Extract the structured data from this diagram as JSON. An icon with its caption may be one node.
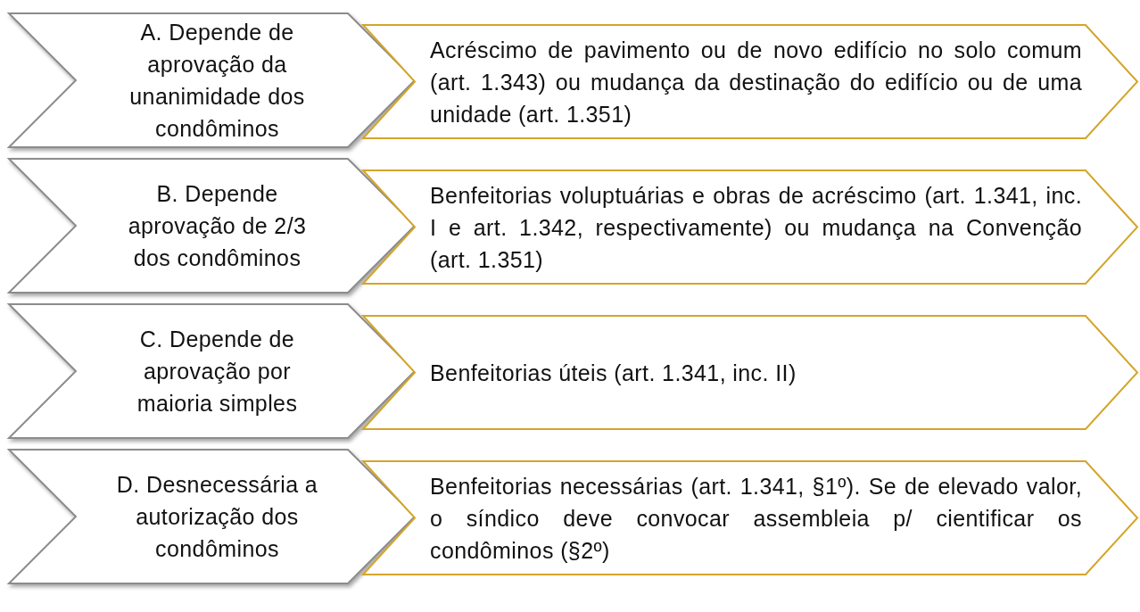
{
  "diagram": {
    "nodes": [
      {
        "text": [
          "A. Depende de aprovação da unanimidade dos condôminos"
        ]
      },
      {
        "text": [
          "Acréscimo de pavimento ou de novo edifício no solo comum (art. 1.343) ou mudança da destinação do edifício ou de uma unidade (art. 1.351)"
        ]
      },
      {
        "text": [
          "B. Depende aprovação de 2/3 dos condôminos"
        ]
      },
      {
        "text": [
          "Benfeitorias voluptuárias e obras de acréscimo (art. 1.341, inc. I e art. 1.342, respectivamente) ou mudança na Convenção (art. 1.351)"
        ]
      },
      {
        "text": [
          "C. Depende de aprovação por maioria simples"
        ]
      },
      {
        "text": [
          "Benfeitorias úteis (art. 1.341, inc. II)"
        ]
      },
      {
        "text": [
          "D. Desnecessária a autorização dos condôminos"
        ]
      },
      {
        "text": [
          "Benfeitorias necessárias (art. 1.341, §1º). Se de elevado valor, o síndico deve convocar assembleia p/ cientificar os condôminos (§2º)"
        ]
      }
    ]
  }
}
